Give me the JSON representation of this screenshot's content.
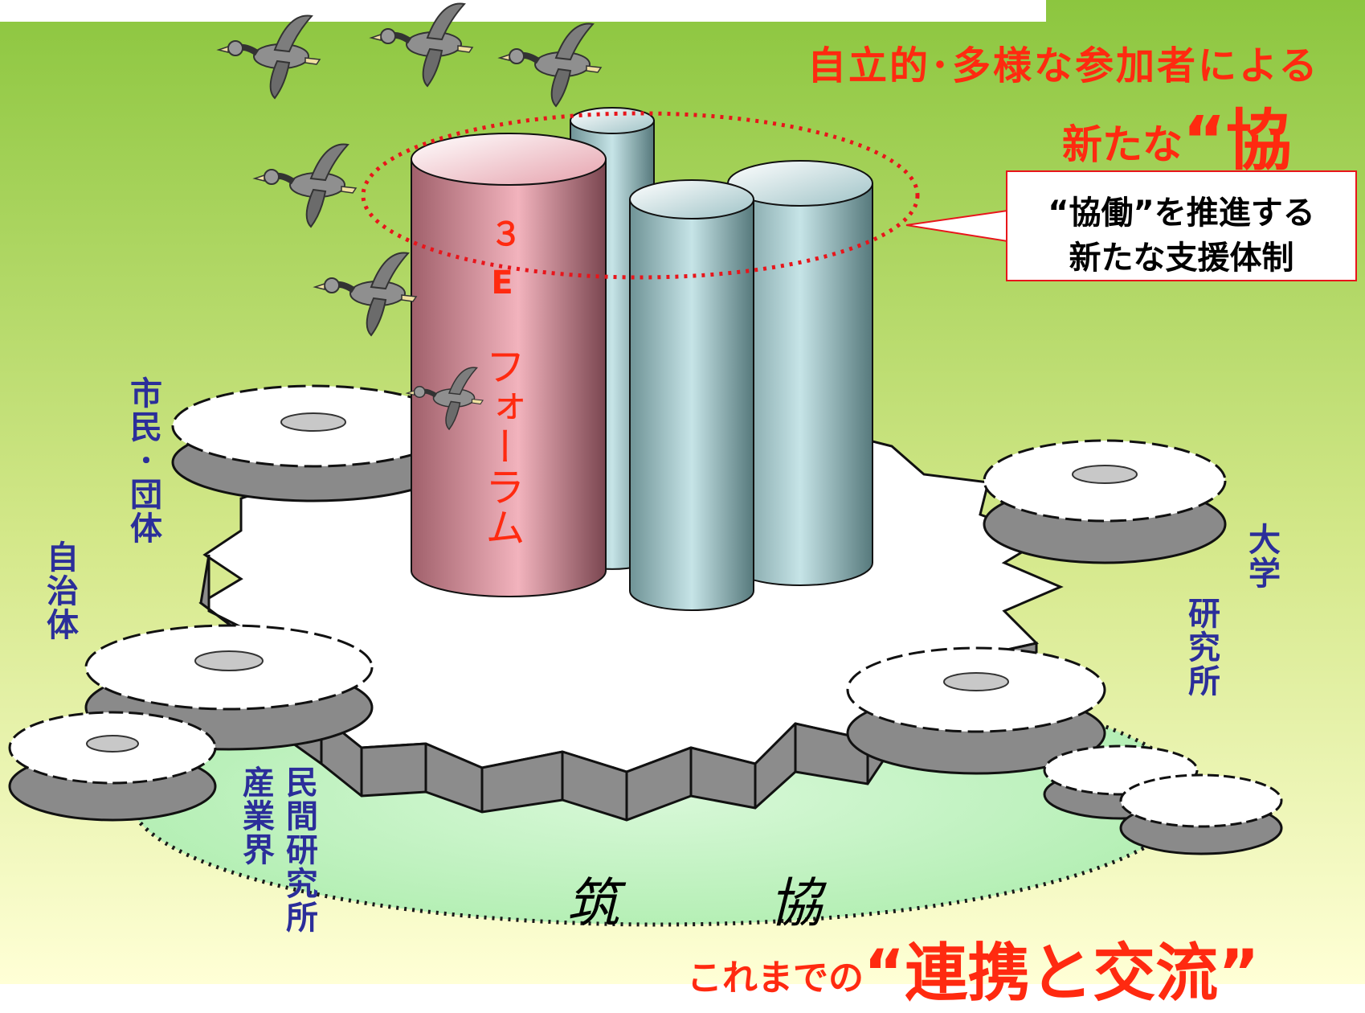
{
  "colors": {
    "bg_top": "#8cc63f",
    "bg_bottom": "#ffffd6",
    "red_text": "#ff2a10",
    "label_blue": "#2b2e9a",
    "pink_cylinder": "#e7a3af",
    "teal_cylinder": "#b2d4d8",
    "ellipse_green": "#c9f5c9",
    "gear_grey": "#8a8a8a"
  },
  "headline": {
    "line1": "自立的･多様な参加者による",
    "line2_prefix": "新たな",
    "line2_quoted": "“協働”"
  },
  "callout": {
    "line1": "“協働”を推進する",
    "line2": "新たな支援体制"
  },
  "forum": {
    "label_3e": "３\nE",
    "label_word": "フォーラム"
  },
  "stakeholders": {
    "citizens": "市民･団体",
    "municipality": "自治体",
    "industry": "産業界",
    "private_labs": "民間研究所",
    "university": "大学",
    "institutes": "研究所"
  },
  "center_label": "筑　協",
  "bottom": {
    "prefix": "これまでの",
    "quoted": "“連携と交流”"
  },
  "icons": [
    "goose-icon",
    "gear-icon",
    "cylinder-icon"
  ]
}
